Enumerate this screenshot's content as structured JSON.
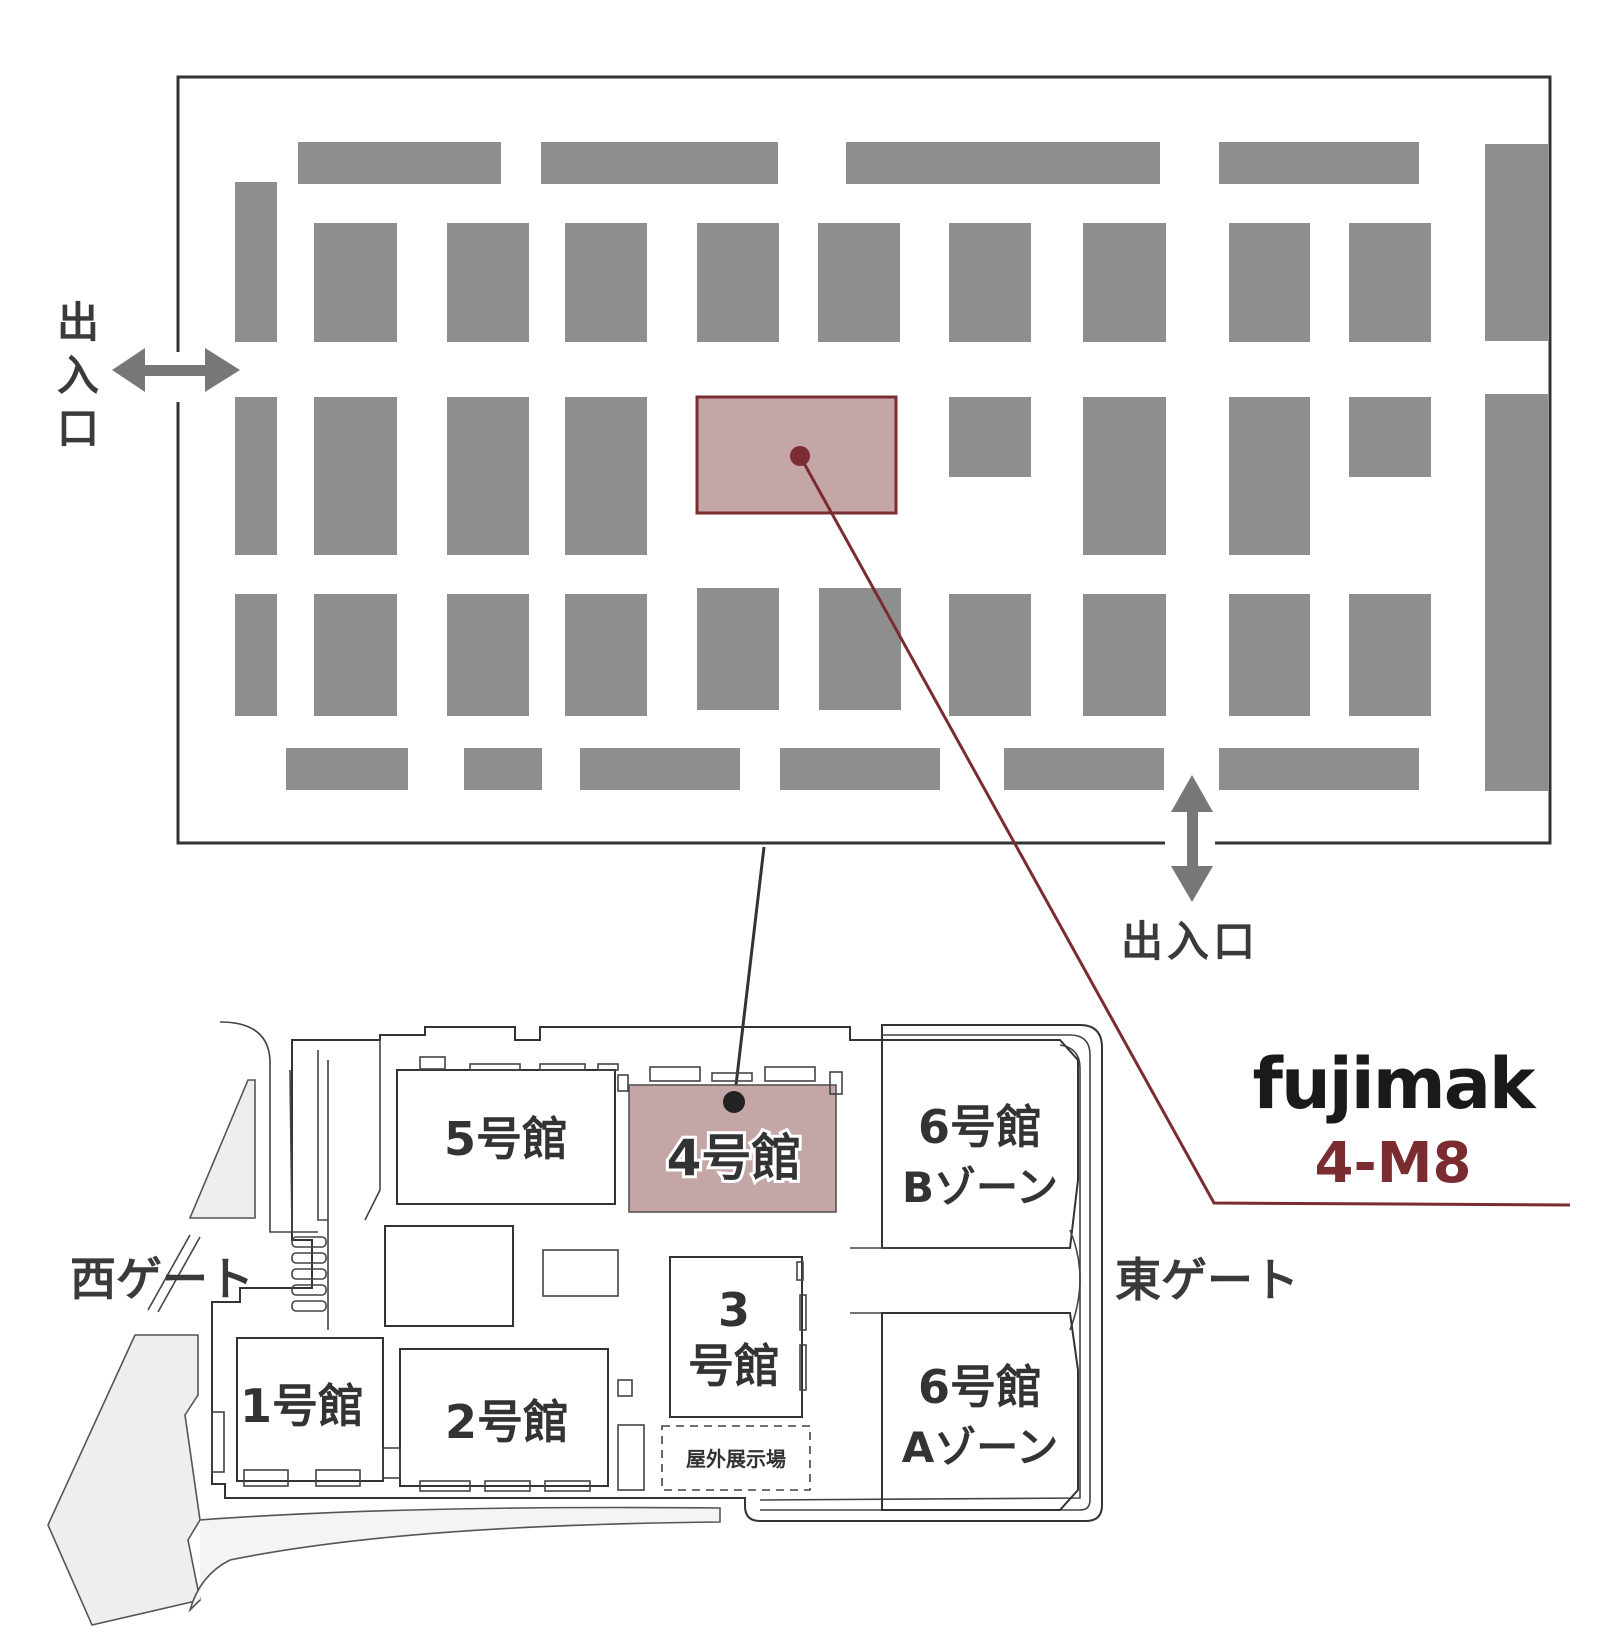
{
  "colors": {
    "accent": "#7b2c30",
    "highlight_fill": "#c5a6a6",
    "booth_gray": "#8e8e8e",
    "outline": "#333333"
  },
  "entrances": {
    "west": "出入口",
    "south": "出入口"
  },
  "gates": {
    "west": "西ゲート",
    "east": "東ゲート"
  },
  "halls": {
    "h1": "1号館",
    "h2": "2号館",
    "h3_line1": "3",
    "h3_line2": "号館",
    "h4": "4号館",
    "h5": "5号館",
    "h6b_line1": "6号館",
    "h6b_line2": "Bゾーン",
    "h6a_line1": "6号館",
    "h6a_line2": "Aゾーン",
    "outdoor": "屋外展示場"
  },
  "exhibitor": {
    "brand": "fujimak",
    "booth": "4-M8"
  }
}
